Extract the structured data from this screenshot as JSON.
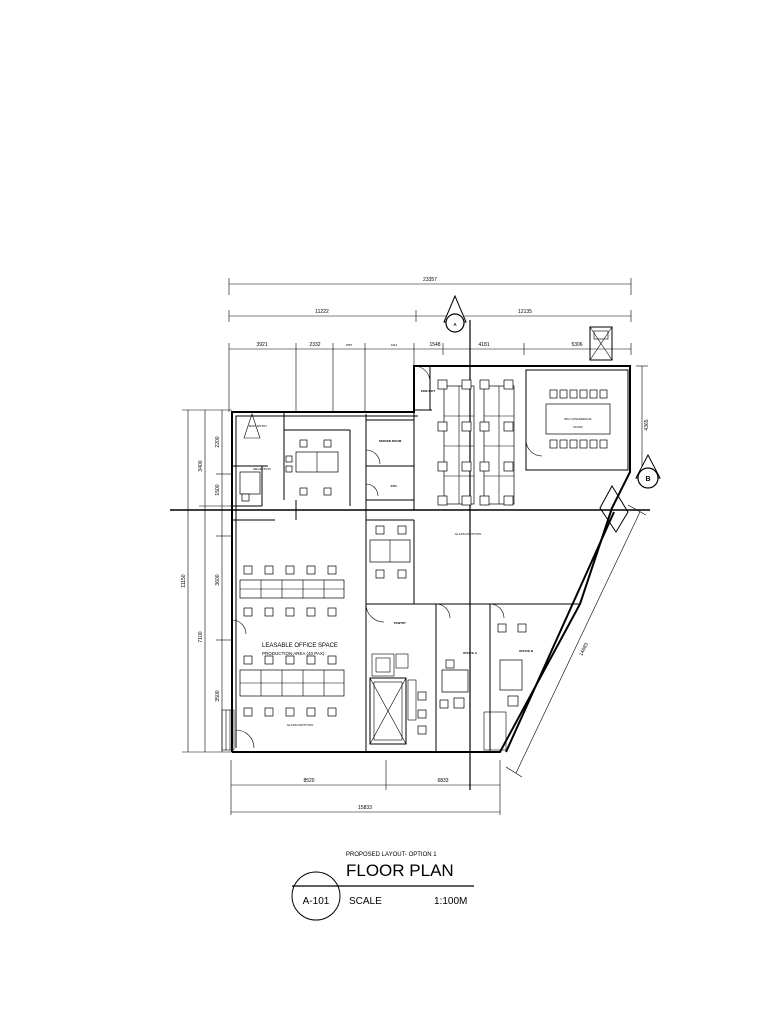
{
  "dimensions": {
    "overall_width": "23357",
    "left_span": "11222",
    "right_span": "12135",
    "seg_1": "3921",
    "seg_2": "2332",
    "seg_3": "1857",
    "seg_4": "3112",
    "seg_5": "1548",
    "seg_6": "4181",
    "seg_7": "5306",
    "left_3400": "3400",
    "left_2200": "2200",
    "left_1500": "1500",
    "left_11150": "11150",
    "left_3600": "3600",
    "left_7100": "7100",
    "left_3500": "3500",
    "right_4365": "4365",
    "diagonal": "14683",
    "bottom_8520": "8520",
    "bottom_6833": "6833",
    "bottom_total": "15833"
  },
  "rooms": {
    "main_entry": "MAIN ENTRY",
    "reception": "RECEPTION",
    "server_room": "SERVER ROOM",
    "storage": "STO.",
    "fire_exit": "FIRE EXIT",
    "big_conference": "BIG CONFERENCE",
    "big_conference_2": "ROOM",
    "leasable": "LEASABLE OFFICE SPACE",
    "production_area": "PRODUCTION AREA (40 PAX)",
    "pantry": "PANTRY",
    "office_a": "OFFICE A",
    "office_b": "OFFICE B",
    "note_upper": "GLASS PARTITION",
    "note_lower": "GLASS PARTITION"
  },
  "section_markers": {
    "a": "A",
    "b": "B"
  },
  "title_block": {
    "subtitle": "PROPOSED LAYOUT- OPTION 1",
    "title": "FLOOR PLAN",
    "sheet": "A-101",
    "scale_label": "SCALE",
    "scale_value": "1:100M"
  }
}
